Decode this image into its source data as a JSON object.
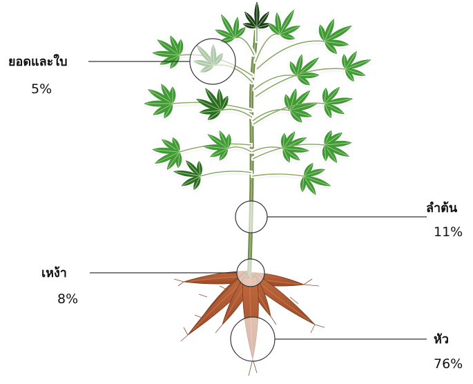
{
  "parts": [
    {
      "key": "leaves",
      "label": "ยอดและใบ",
      "percent": "5%"
    },
    {
      "key": "stem",
      "label": "ลำต้น",
      "percent": "11%"
    },
    {
      "key": "rhizome",
      "label": "เหง้า",
      "percent": "8%"
    },
    {
      "key": "tuber",
      "label": "หัว",
      "percent": "76%"
    }
  ],
  "colors": {
    "leaf": "#3f9a34",
    "leaf_dark": "#2c6e21",
    "leaf_top": "#1f3d1c",
    "vein": "#a8d48e",
    "stem": "#6f8a4a",
    "root": "#a9532f",
    "root_light": "#cf7a4d",
    "tuber_inside": "#f4ece4",
    "line": "#333333"
  }
}
